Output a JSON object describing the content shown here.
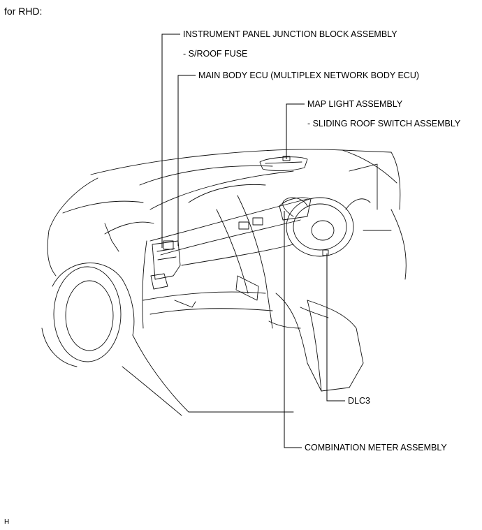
{
  "header": {
    "text": "for RHD:"
  },
  "labels": {
    "instrument_panel_jb": "INSTRUMENT PANEL JUNCTION BLOCK ASSEMBLY",
    "sroof_fuse": "- S/ROOF FUSE",
    "main_body_ecu": "MAIN BODY ECU (MULTIPLEX NETWORK BODY ECU)",
    "map_light": "MAP LIGHT ASSEMBLY",
    "sliding_roof_switch": "- SLIDING ROOF SWITCH ASSEMBLY",
    "dlc3": "DLC3",
    "combination_meter": "COMBINATION METER ASSEMBLY"
  },
  "footer": {
    "code": "H"
  }
}
